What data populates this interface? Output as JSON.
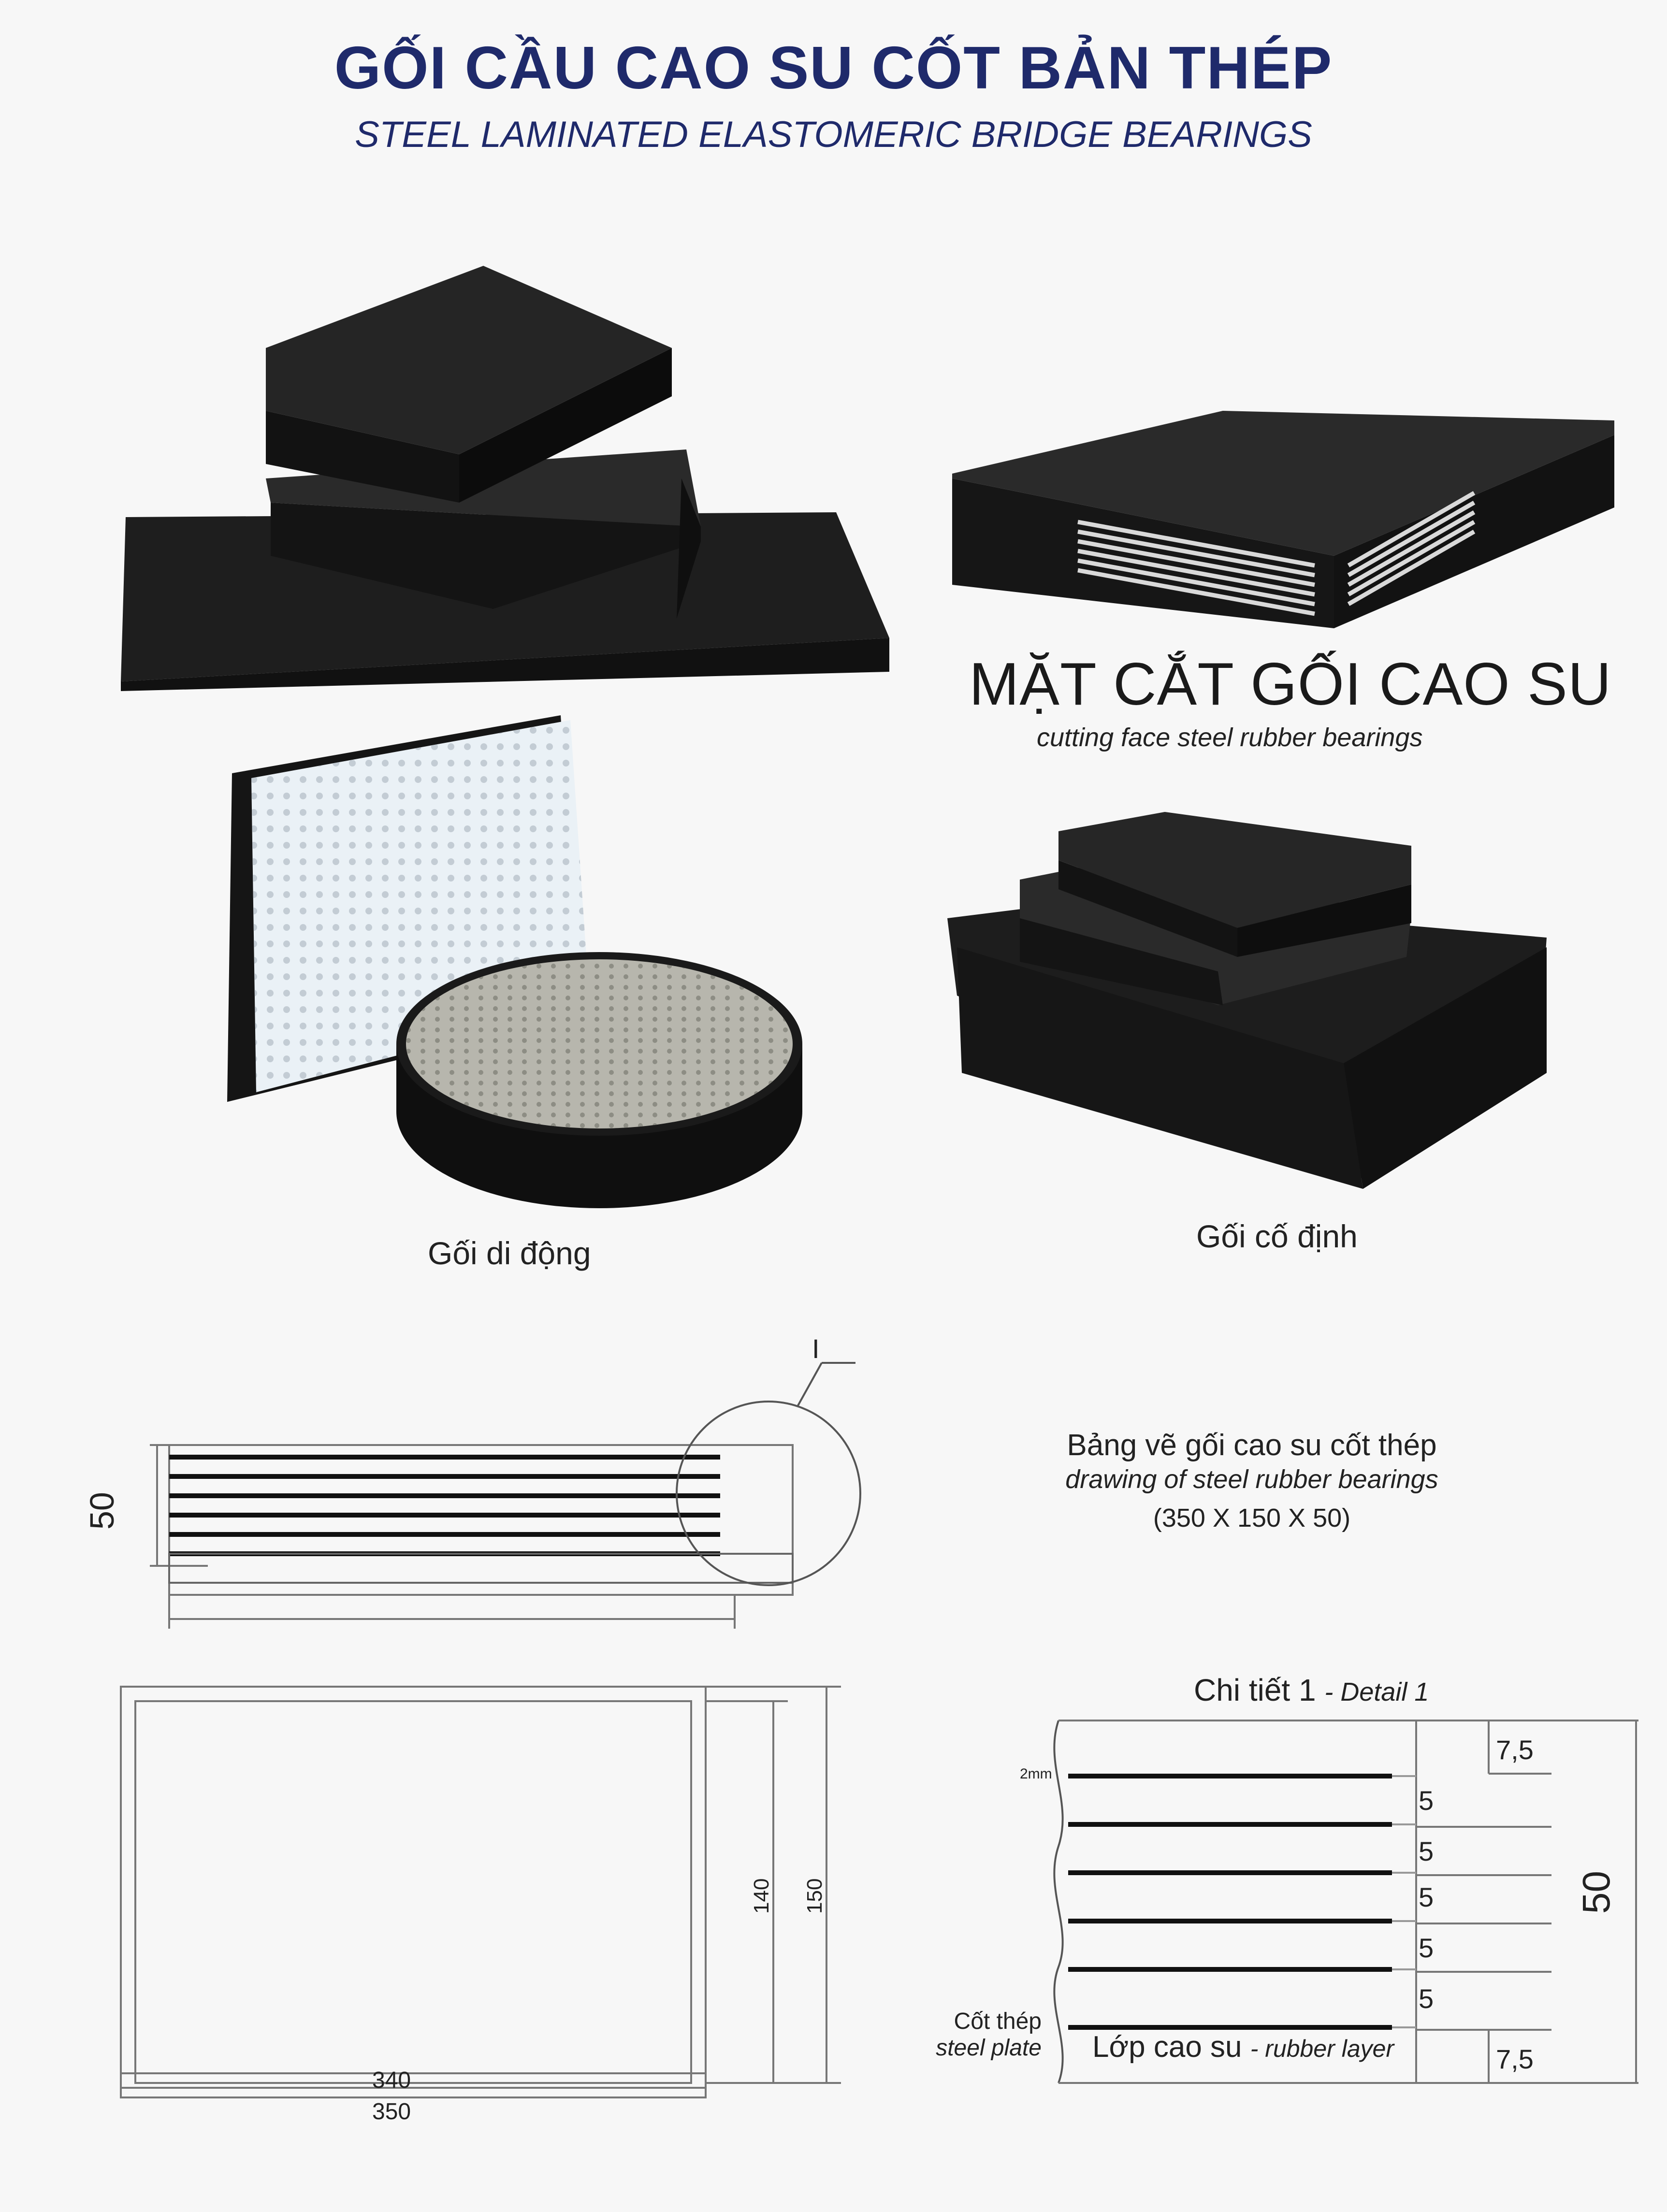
{
  "header": {
    "title": "GỐI CẦU CAO SU CỐT BẢN THÉP",
    "subtitle": "STEEL  LAMINATED ELASTOMERIC BRIDGE BEARINGS"
  },
  "section": {
    "title": "MẶT CẮT GỐI CAO SU",
    "subtitle": "cutting face steel rubber bearings"
  },
  "captions": {
    "movable": "Gối di động",
    "fixed": "Gối cố định"
  },
  "drawing": {
    "title": "Bảng vẽ gối cao su cốt thép",
    "subtitle": "drawing of steel rubber bearings",
    "dimensions": "(350  X 150 X 50)",
    "side_view": {
      "height": "50",
      "detail_marker": "I"
    },
    "plan_view": {
      "inner_length": "340",
      "outer_length": "350",
      "inner_width": "140",
      "outer_width": "150"
    }
  },
  "detail": {
    "title": "Chi tiết 1",
    "title_en": "- Detail 1",
    "plate_thickness": "2mm",
    "layer_top": "7,5",
    "layers": [
      "5",
      "5",
      "5",
      "5",
      "5"
    ],
    "layer_bottom": "7,5",
    "total": "50",
    "steel_plate_label": "Cốt thép",
    "steel_plate_label_en": "steel plate",
    "rubber_layer_label": "Lớp cao su",
    "rubber_layer_label_en": "- rubber layer"
  }
}
